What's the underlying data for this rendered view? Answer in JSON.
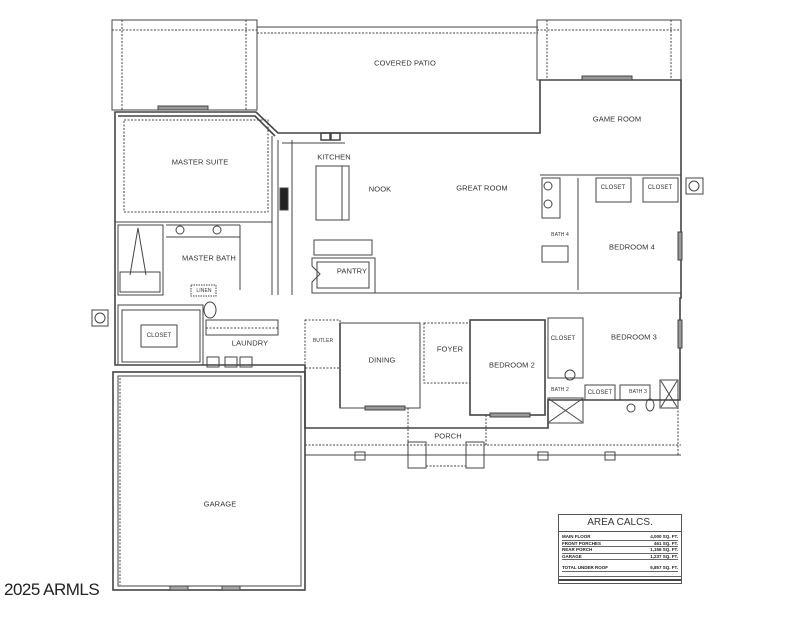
{
  "plan": {
    "rooms": {
      "covered_patio": "COVERED PATIO",
      "master_suite": "MASTER SUITE",
      "kitchen": "KITCHEN",
      "nook": "NOOK",
      "great_room": "GREAT ROOM",
      "game_room": "GAME ROOM",
      "closet_gr1": "CLOSET",
      "closet_gr2": "CLOSET",
      "bath4": "BATH 4",
      "bedroom4": "BEDROOM 4",
      "master_bath": "MASTER BATH",
      "linen": "LINEN",
      "pantry": "PANTRY",
      "master_closet": "CLOSET",
      "laundry": "LAUNDRY",
      "butler": "BUTLER",
      "dining": "DINING",
      "foyer": "FOYER",
      "bedroom2": "BEDROOM 2",
      "closet_b2": "CLOSET",
      "bath2": "BATH 2",
      "closet_b3": "CLOSET",
      "bath3": "BATH 3",
      "bedroom3": "BEDROOM 3",
      "porch": "PORCH",
      "garage": "GARAGE"
    }
  },
  "area_calcs": {
    "title": "AREA CALCS.",
    "rows": [
      {
        "label": "MAIN FLOOR",
        "value": "4,000 SQ. FT."
      },
      {
        "label": "FRONT PORCHES",
        "value": "461 SQ. FT."
      },
      {
        "label": "REAR PORCH",
        "value": "1,156 SQ. FT."
      },
      {
        "label": "GARAGE",
        "value": "1,237 SQ. FT."
      }
    ],
    "total": {
      "label": "TOTAL UNDER ROOF",
      "value": "6,857 SQ. FT."
    }
  },
  "watermark": "2025 ARMLS"
}
